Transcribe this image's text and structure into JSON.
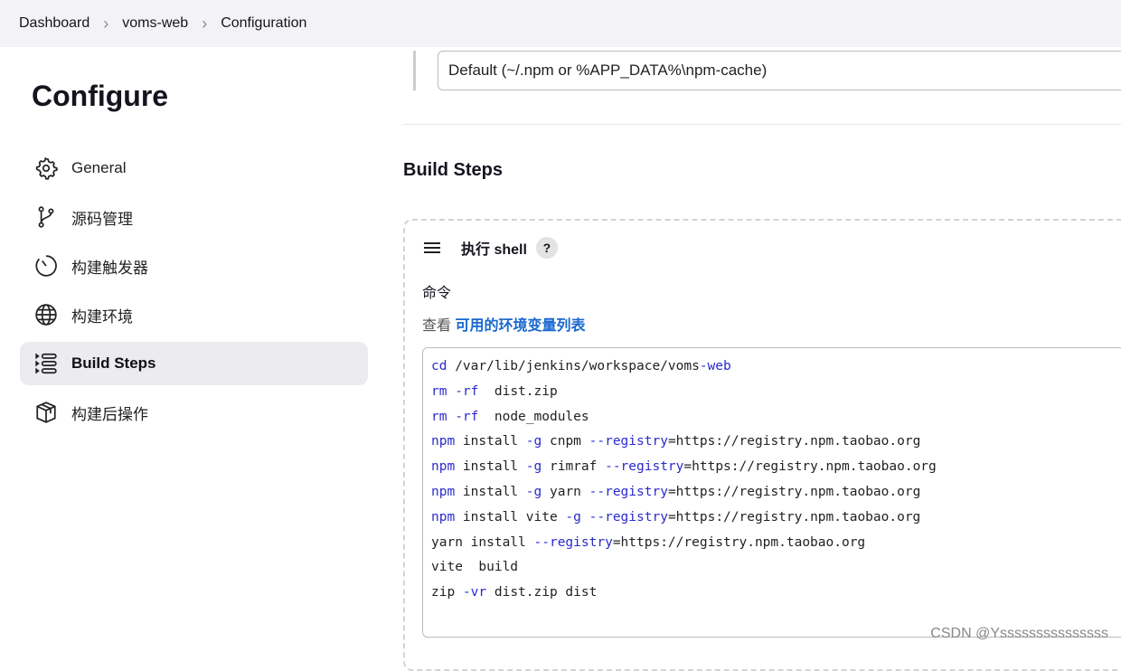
{
  "breadcrumb": [
    "Dashboard",
    "voms-web",
    "Configuration"
  ],
  "page_title": "Configure",
  "sidebar": {
    "items": [
      {
        "label": "General",
        "icon": "gear-icon"
      },
      {
        "label": "源码管理",
        "icon": "branch-icon"
      },
      {
        "label": "构建触发器",
        "icon": "timer-icon"
      },
      {
        "label": "构建环境",
        "icon": "globe-icon"
      },
      {
        "label": "Build Steps",
        "icon": "list-icon",
        "active": true
      },
      {
        "label": "构建后操作",
        "icon": "package-icon"
      }
    ]
  },
  "npm_cache": {
    "value": "Default (~/.npm or %APP_DATA%\\npm-cache)"
  },
  "build_steps": {
    "title": "Build Steps",
    "step_title": "执行 shell",
    "help": "?",
    "command_label": "命令",
    "env_prefix": "查看 ",
    "env_link": "可用的环境变量列表"
  },
  "code_lines": [
    [
      [
        "cd",
        "k"
      ],
      [
        " /var/lib/jenkins/workspace/voms",
        ""
      ],
      [
        "-web",
        "k"
      ]
    ],
    [
      [
        "rm",
        "k"
      ],
      [
        " ",
        ""
      ],
      [
        "-rf",
        "k"
      ],
      [
        "  dist.zip",
        ""
      ]
    ],
    [
      [
        "rm",
        "k"
      ],
      [
        " ",
        ""
      ],
      [
        "-rf",
        "k"
      ],
      [
        "  node_modules",
        ""
      ]
    ],
    [
      [
        "npm",
        "k"
      ],
      [
        " install ",
        ""
      ],
      [
        "-g",
        "k"
      ],
      [
        " cnpm ",
        ""
      ],
      [
        "--registry",
        "k"
      ],
      [
        "=https://registry.npm.taobao.org",
        ""
      ]
    ],
    [
      [
        "npm",
        "k"
      ],
      [
        " install ",
        ""
      ],
      [
        "-g",
        "k"
      ],
      [
        " rimraf ",
        ""
      ],
      [
        "--registry",
        "k"
      ],
      [
        "=https://registry.npm.taobao.org",
        ""
      ]
    ],
    [
      [
        "npm",
        "k"
      ],
      [
        " install ",
        ""
      ],
      [
        "-g",
        "k"
      ],
      [
        " yarn ",
        ""
      ],
      [
        "--registry",
        "k"
      ],
      [
        "=https://registry.npm.taobao.org",
        ""
      ]
    ],
    [
      [
        "npm",
        "k"
      ],
      [
        " install vite ",
        ""
      ],
      [
        "-g",
        "k"
      ],
      [
        " ",
        ""
      ],
      [
        "--registry",
        "k"
      ],
      [
        "=https://registry.npm.taobao.org",
        ""
      ]
    ],
    [
      [
        "yarn install ",
        ""
      ],
      [
        "--registry",
        "k"
      ],
      [
        "=https://registry.npm.taobao.org",
        ""
      ]
    ],
    [
      [
        "vite  build",
        ""
      ]
    ],
    [
      [
        "zip ",
        ""
      ],
      [
        "-vr",
        "k"
      ],
      [
        " dist.zip dist",
        ""
      ]
    ]
  ],
  "watermark": "CSDN @Ysssssssssssssss"
}
